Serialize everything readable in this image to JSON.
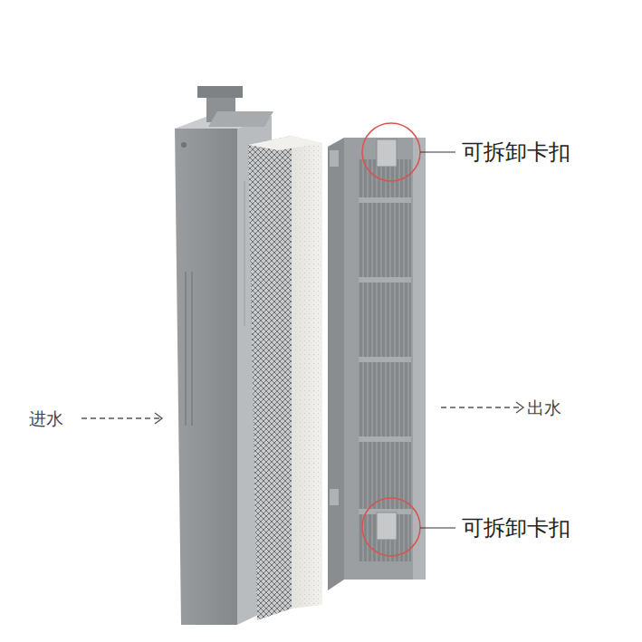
{
  "diagram": {
    "labels": [
      "可拆卸卡扣",
      "可拆卸卡扣",
      "进水",
      "出水"
    ]
  }
}
